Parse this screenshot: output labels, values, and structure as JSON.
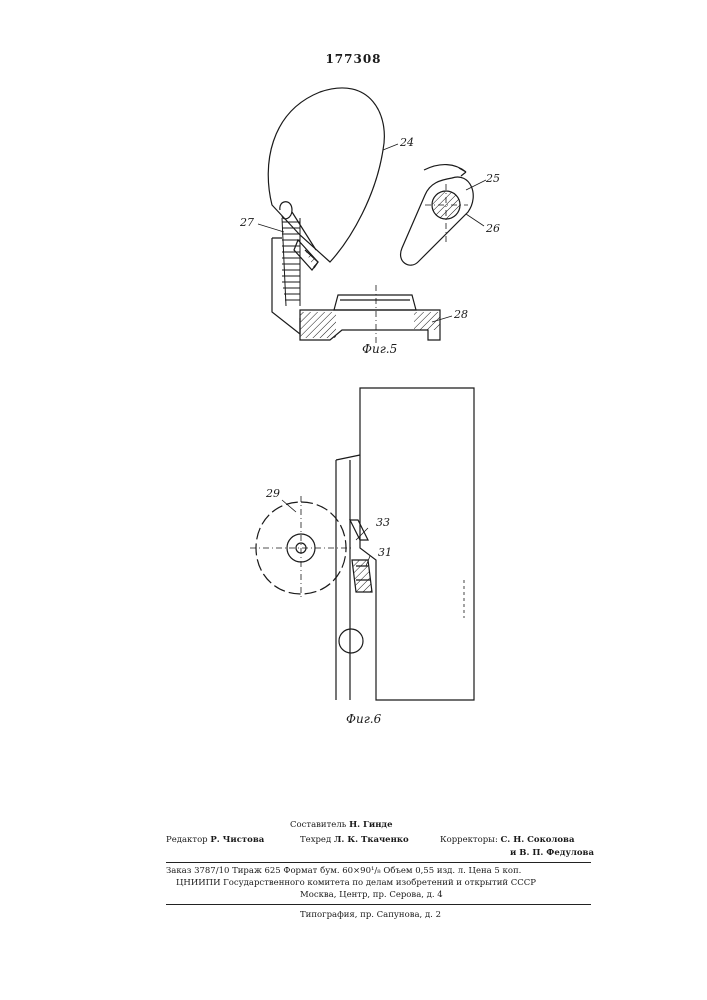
{
  "page_number": "177308",
  "figures": {
    "fig5": {
      "caption": "Фиг.5",
      "parts": {
        "p24": "24",
        "p25": "25",
        "p26": "26",
        "p27": "27",
        "p28": "28"
      }
    },
    "fig6": {
      "caption": "Фиг.6",
      "parts": {
        "p29": "29",
        "p31": "31",
        "p33": "33"
      }
    }
  },
  "imprint": {
    "compiler_role": "Составитель",
    "compiler_name": "Н. Гинде",
    "editor_role": "Редактор",
    "editor_name": "Р. Чистова",
    "techred_role": "Техред",
    "techred_name": "Л. К. Ткаченко",
    "correctors_role": "Корректоры:",
    "corrector_1": "С. Н. Соколова",
    "corrector_2": "и В. П. Федулова",
    "order_line": "Заказ 3787/10   Тираж 625   Формат бум. 60×90¹/₈   Объем 0,55 изд. л.   Цена 5 коп.",
    "institute_line": "ЦНИИПИ Государственного комитета по делам изобретений и открытий СССР",
    "address_line": "Москва, Центр, пр. Серова, д. 4",
    "printing_line": "Типография, пр. Сапунова, д. 2"
  }
}
